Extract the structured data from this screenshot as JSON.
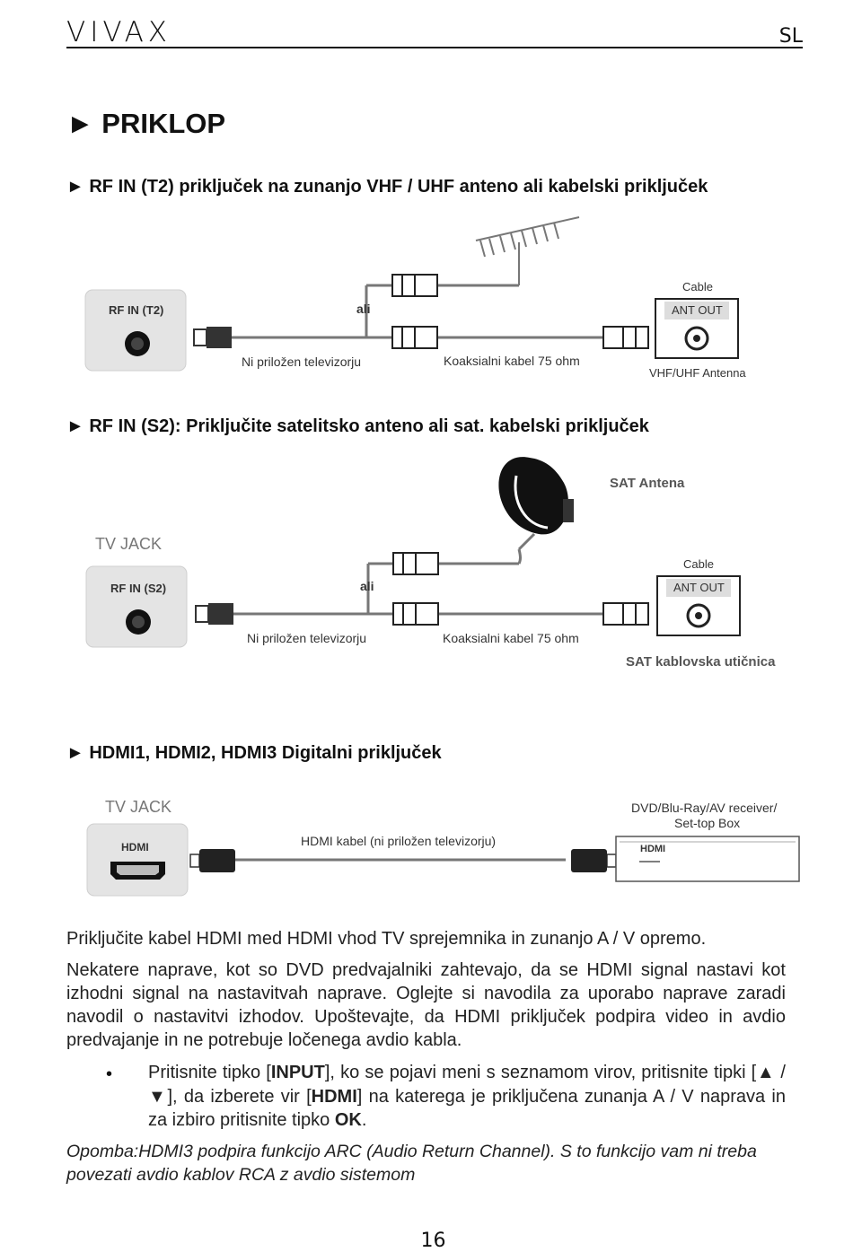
{
  "header": {
    "brand": "VIVAX",
    "lang": "SL"
  },
  "title": "► PRIKLOP",
  "section1": {
    "heading": "► RF IN (T2) priključek na zunanjo VHF / UHF anteno ali kabelski priključek",
    "port_label": "RF IN (T2)",
    "or_label": "ali",
    "not_included": "Ni priložen televizorju",
    "coax": "Koaksialni kabel 75 ohm",
    "cable": "Cable",
    "ant_out": "ANT OUT",
    "antenna": "VHF/UHF Antenna"
  },
  "section2": {
    "heading": "► RF IN (S2): Priključite satelitsko anteno ali sat. kabelski priključek",
    "tv_jack": "TV JACK",
    "port_label": "RF IN (S2)",
    "sat_antenna": "SAT Antena",
    "or_label": "ali",
    "not_included": "Ni priložen televizorju",
    "coax": "Koaksialni kabel 75 ohm",
    "cable": "Cable",
    "ant_out": "ANT OUT",
    "sat_socket": "SAT kablovska utičnica"
  },
  "section3": {
    "heading": "► HDMI1, HDMI2, HDMI3 Digitalni priključek",
    "tv_jack": "TV JACK",
    "port_label": "HDMI",
    "cable_label": "HDMI kabel (ni priložen televizorju)",
    "device_line1": "DVD/Blu-Ray/AV receiver/",
    "device_line2": "Set-top Box",
    "device_port": "HDMI"
  },
  "para1": "Priključite kabel HDMI med HDMI vhod TV sprejemnika in zunanjo A / V opremo.",
  "para2": "Nekatere naprave, kot so DVD predvajalniki zahtevajo, da se HDMI signal nastavi kot izhodni signal na nastavitvah naprave. Oglejte si navodila za uporabo naprave zaradi navodil o nastavitvi izhodov. Upoštevajte, da HDMI priključek podpira video in avdio predvajanje in ne potrebuje ločenega avdio kabla.",
  "bullet": {
    "dot": "•",
    "t1": "Pritisnite tipko [",
    "b1": "INPUT",
    "t2": "], ko se pojavi meni s seznamom virov, pritisnite tipki [▲ / ▼], da izberete vir [",
    "b2": "HDMI",
    "t3": "] na katerega je priključena zunanja A / V naprava in za izbiro pritisnite tipko ",
    "b3": "OK",
    "t4": "."
  },
  "note": "Opomba:HDMI3 podpira funkcijo ARC (Audio Return Channel). S to funkcijo vam ni treba povezati avdio kablov RCA z avdio sistemom",
  "page_number": "16"
}
